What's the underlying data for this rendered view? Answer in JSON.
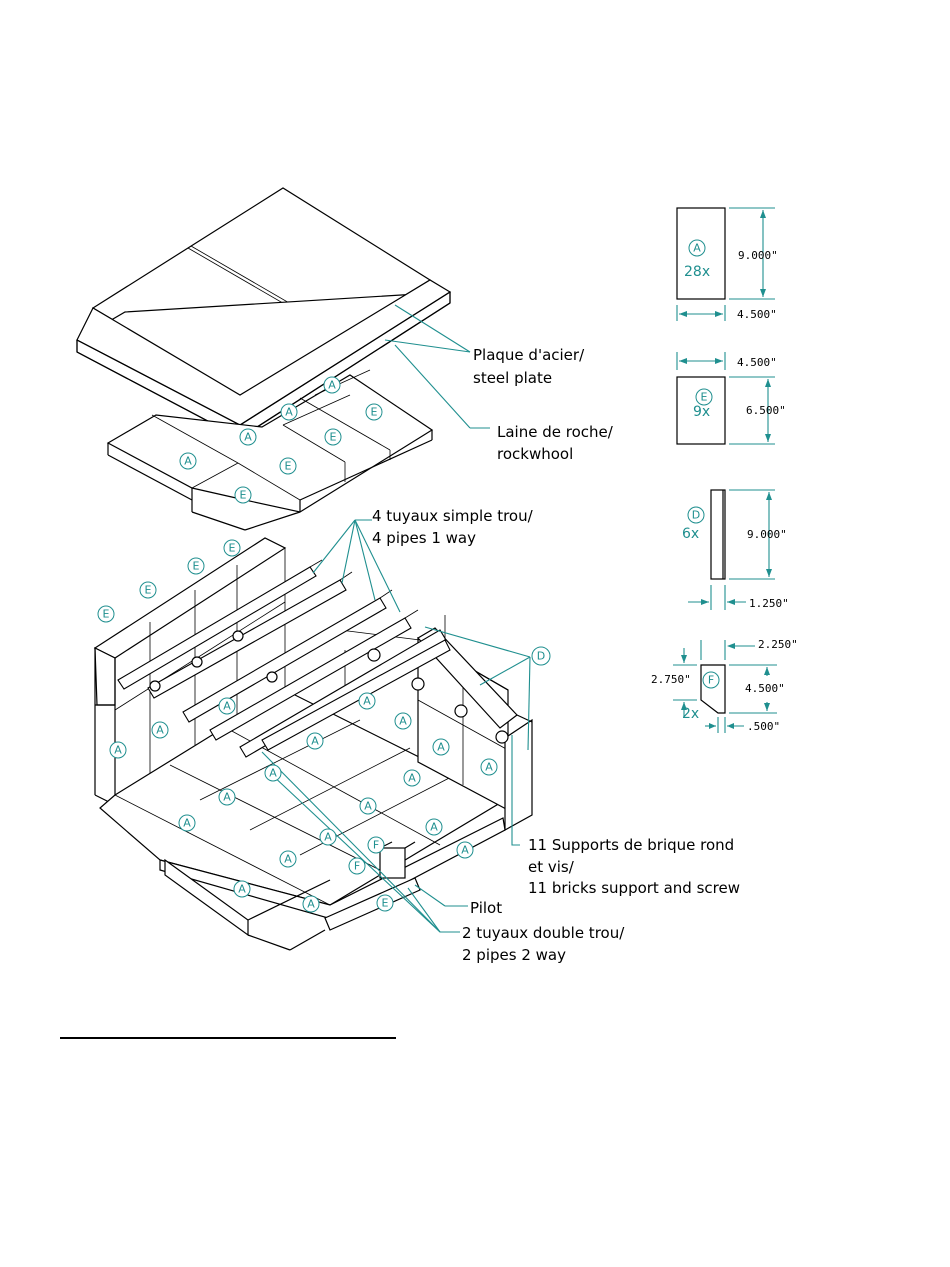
{
  "labels": {
    "steel_plate_fr": "Plaque d'acier/",
    "steel_plate_en": "steel plate",
    "rockwool_fr": "Laine de roche/",
    "rockwool_en": "rockwhool",
    "pipes_single_fr": "4 tuyaux simple trou/",
    "pipes_single_en": "4 pipes 1 way",
    "supports_line1": "11 Supports de brique rond",
    "supports_line2": "et vis/",
    "supports_line3": "11 bricks support and screw",
    "pilot": "Pilot",
    "pipes_double_fr": "2 tuyaux double trou/",
    "pipes_double_en": "2 pipes 2 way"
  },
  "brick_letters": {
    "A": "A",
    "E": "E",
    "D": "D",
    "F": "F"
  },
  "legend": {
    "A": {
      "letter": "A",
      "count": "28x",
      "height": "9.000\"",
      "width": "4.500\""
    },
    "E": {
      "letter": "E",
      "count": "9x",
      "width": "4.500\"",
      "height": "6.500\""
    },
    "D": {
      "letter": "D",
      "count": "6x",
      "height": "9.000\"",
      "thickness": "1.250\""
    },
    "F": {
      "letter": "F",
      "count": "2x",
      "top": "2.250\"",
      "left": "2.750\"",
      "height": "4.500\"",
      "bottom": ".500\""
    }
  },
  "colors": {
    "accent": "#1f8f8f",
    "line": "#000000",
    "background": "#ffffff"
  }
}
